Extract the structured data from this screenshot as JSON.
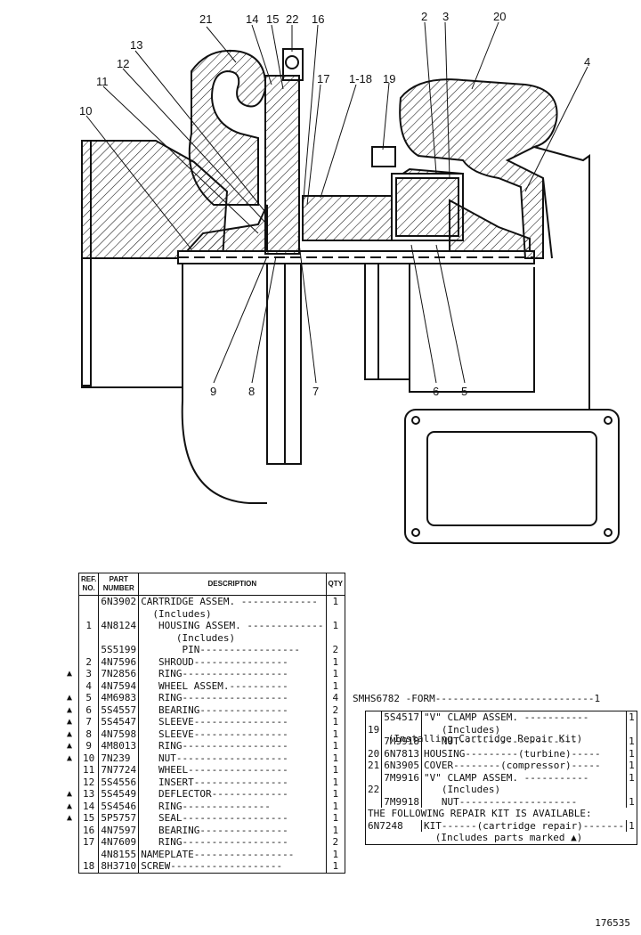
{
  "callouts": {
    "c21": "21",
    "c14": "14",
    "c15": "15",
    "c22": "22",
    "c16": "16",
    "c2": "2",
    "c3": "3",
    "c20": "20",
    "c13": "13",
    "c12": "12",
    "c17": "17",
    "c118": "1-18",
    "c19": "19",
    "c4": "4",
    "c11": "11",
    "c10": "10",
    "c9": "9",
    "c8": "8",
    "c7": "7",
    "c6": "6",
    "c5": "5"
  },
  "table_headers": {
    "ref": "REF. NO.",
    "part": "PART NUMBER",
    "desc": "DESCRIPTION",
    "qty": "QTY"
  },
  "parts": [
    {
      "ref": "",
      "pn": "6N3902",
      "desc": "CARTRIDGE ASSEM. -------------",
      "qty": "1",
      "mark": ""
    },
    {
      "ref": "",
      "pn": "",
      "desc": "  (Includes)",
      "qty": "",
      "mark": ""
    },
    {
      "ref": "1",
      "pn": "4N8124",
      "desc": "   HOUSING ASSEM. -------------",
      "qty": "1",
      "mark": ""
    },
    {
      "ref": "",
      "pn": "",
      "desc": "      (Includes)",
      "qty": "",
      "mark": ""
    },
    {
      "ref": "",
      "pn": "5S5199",
      "desc": "       PIN-----------------",
      "qty": "2",
      "mark": ""
    },
    {
      "ref": "2",
      "pn": "4N7596",
      "desc": "   SHROUD----------------",
      "qty": "1",
      "mark": ""
    },
    {
      "ref": "3",
      "pn": "7N2856",
      "desc": "   RING------------------",
      "qty": "1",
      "mark": "▲"
    },
    {
      "ref": "4",
      "pn": "4N7594",
      "desc": "   WHEEL ASSEM.----------",
      "qty": "1",
      "mark": ""
    },
    {
      "ref": "5",
      "pn": "4M6983",
      "desc": "   RING------------------",
      "qty": "4",
      "mark": "▲"
    },
    {
      "ref": "6",
      "pn": "5S4557",
      "desc": "   BEARING---------------",
      "qty": "2",
      "mark": "▲"
    },
    {
      "ref": "7",
      "pn": "5S4547",
      "desc": "   SLEEVE----------------",
      "qty": "1",
      "mark": "▲"
    },
    {
      "ref": "8",
      "pn": "4N7598",
      "desc": "   SLEEVE----------------",
      "qty": "1",
      "mark": "▲"
    },
    {
      "ref": "9",
      "pn": "4M8013",
      "desc": "   RING------------------",
      "qty": "1",
      "mark": "▲"
    },
    {
      "ref": "10",
      "pn": "7N239",
      "desc": "   NUT-------------------",
      "qty": "1",
      "mark": "▲"
    },
    {
      "ref": "11",
      "pn": "7N7724",
      "desc": "   WHEEL-----------------",
      "qty": "1",
      "mark": ""
    },
    {
      "ref": "12",
      "pn": "5S4556",
      "desc": "   INSERT----------------",
      "qty": "1",
      "mark": ""
    },
    {
      "ref": "13",
      "pn": "5S4549",
      "desc": "   DEFLECTOR-------------",
      "qty": "1",
      "mark": "▲"
    },
    {
      "ref": "14",
      "pn": "5S4546",
      "desc": "   RING---------------",
      "qty": "1",
      "mark": "▲"
    },
    {
      "ref": "15",
      "pn": "5P5757",
      "desc": "   SEAL------------------",
      "qty": "1",
      "mark": "▲"
    },
    {
      "ref": "16",
      "pn": "4N7597",
      "desc": "   BEARING---------------",
      "qty": "1",
      "mark": ""
    },
    {
      "ref": "17",
      "pn": "4N7609",
      "desc": "   RING------------------",
      "qty": "2",
      "mark": ""
    },
    {
      "ref": "",
      "pn": "4N8155",
      "desc": "NAMEPLATE-----------------",
      "qty": "1",
      "mark": ""
    },
    {
      "ref": "18",
      "pn": "8H3710",
      "desc": "SCREW-------------------",
      "qty": "1",
      "mark": ""
    }
  ],
  "smhs": {
    "line1": "SMHS6782 -FORM---------------------------1",
    "line2": "      (Installing Cartridge Repair Kit)"
  },
  "kit_rows": [
    {
      "ref": "",
      "pn": "5S4517",
      "desc": "\"V\" CLAMP ASSEM. -----------",
      "qty": "1"
    },
    {
      "ref": "19",
      "pn": "",
      "desc": "   (Includes)",
      "qty": ""
    },
    {
      "ref": "",
      "pn": "7M9918",
      "desc": "   NUT--------------------",
      "qty": "1"
    },
    {
      "ref": "20",
      "pn": "6N7813",
      "desc": "HOUSING---------(turbine)-----",
      "qty": "1"
    },
    {
      "ref": "21",
      "pn": "6N3905",
      "desc": "COVER--------(compressor)-----",
      "qty": "1"
    },
    {
      "ref": "",
      "pn": "7M9916",
      "desc": "\"V\" CLAMP ASSEM. -----------",
      "qty": "1"
    },
    {
      "ref": "22",
      "pn": "",
      "desc": "   (Includes)",
      "qty": ""
    },
    {
      "ref": "",
      "pn": "7M9918",
      "desc": "   NUT--------------------",
      "qty": "1"
    },
    {
      "ref": "",
      "pn": "",
      "desc": "",
      "qty": ""
    },
    {
      "ref": "",
      "pn": "",
      "desc": "",
      "qty": ""
    },
    {
      "ref": "",
      "pn": "",
      "desc": "",
      "qty": ""
    },
    {
      "ref": "",
      "pn": "",
      "desc": "",
      "qty": ""
    }
  ],
  "kit_notice": {
    "line1": "THE FOLLOWING REPAIR KIT IS AVAILABLE:",
    "pn": "6N7248",
    "desc": "KIT------(cartridge repair)-------",
    "desc2": "  (Includes parts marked ▲)",
    "qty": "1"
  },
  "figure_number": "176535"
}
